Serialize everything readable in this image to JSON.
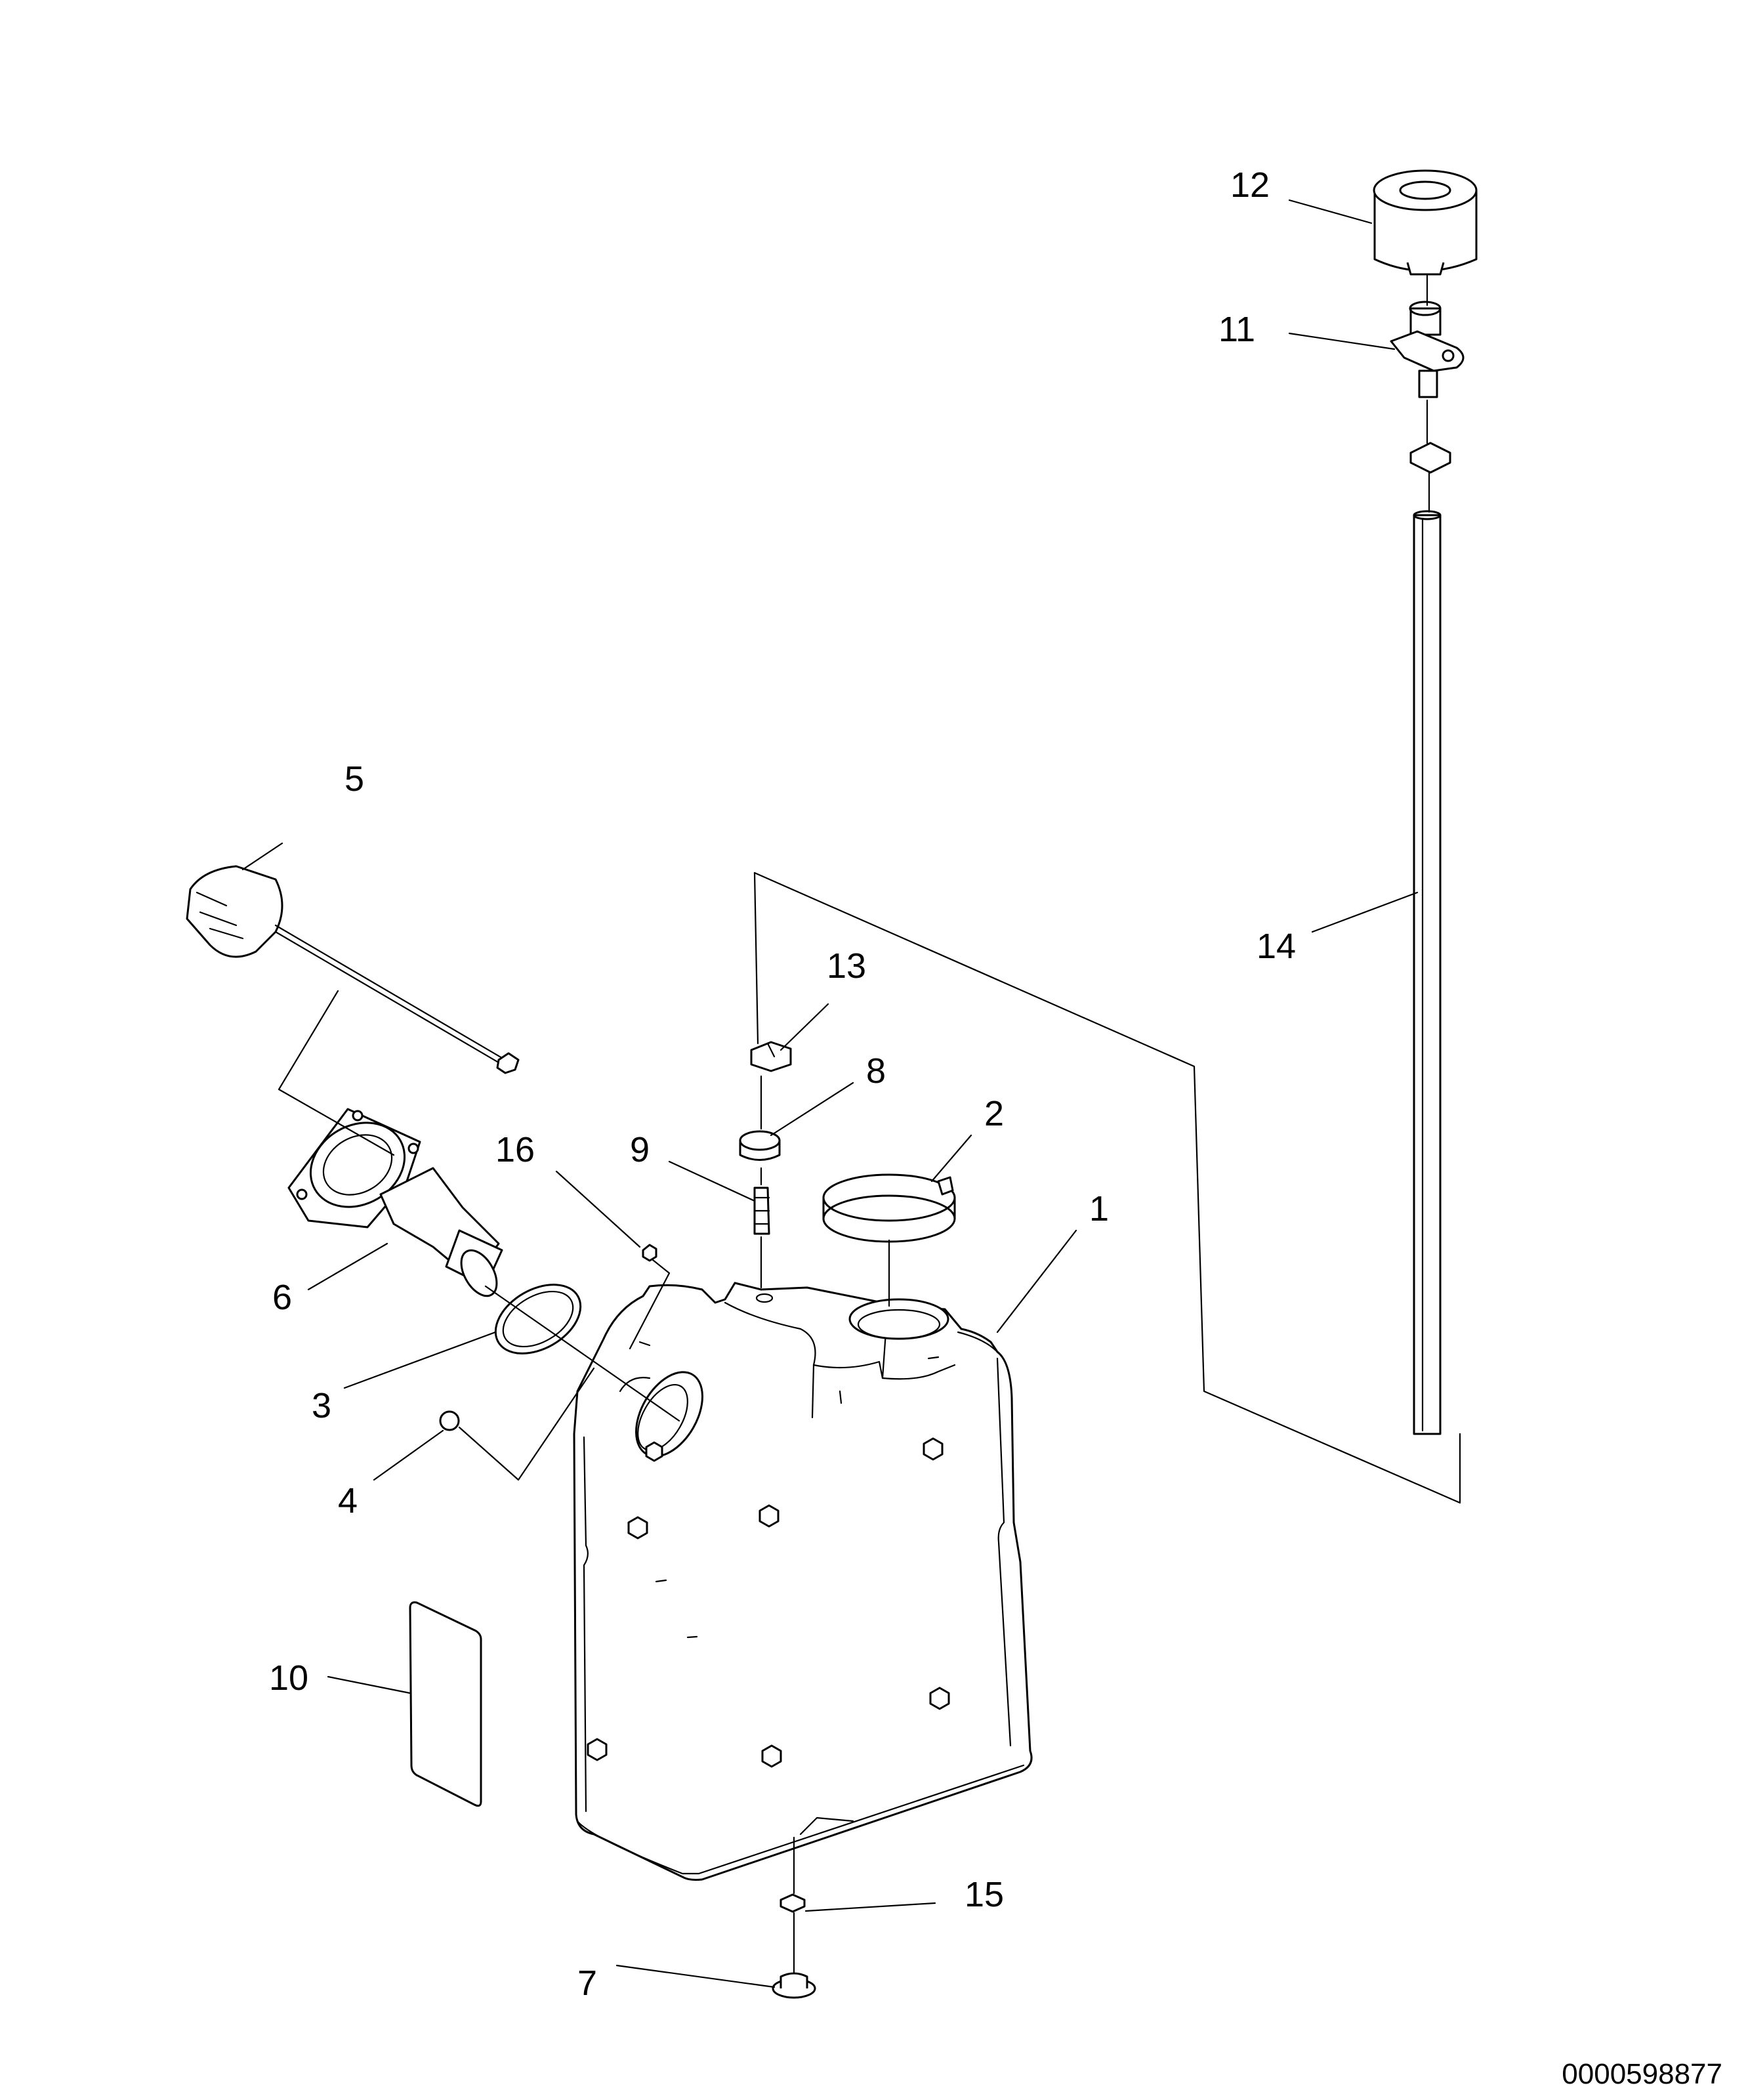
{
  "callouts": [
    {
      "id": "12",
      "label": "12"
    },
    {
      "id": "11",
      "label": "11"
    },
    {
      "id": "5",
      "label": "5"
    },
    {
      "id": "14",
      "label": "14"
    },
    {
      "id": "13",
      "label": "13"
    },
    {
      "id": "8",
      "label": "8"
    },
    {
      "id": "2",
      "label": "2"
    },
    {
      "id": "16",
      "label": "16"
    },
    {
      "id": "9",
      "label": "9"
    },
    {
      "id": "1",
      "label": "1"
    },
    {
      "id": "6",
      "label": "6"
    },
    {
      "id": "3",
      "label": "3"
    },
    {
      "id": "4",
      "label": "4"
    },
    {
      "id": "10",
      "label": "10"
    },
    {
      "id": "15",
      "label": "15"
    },
    {
      "id": "7",
      "label": "7"
    }
  ],
  "drawing_number": "0000598877"
}
